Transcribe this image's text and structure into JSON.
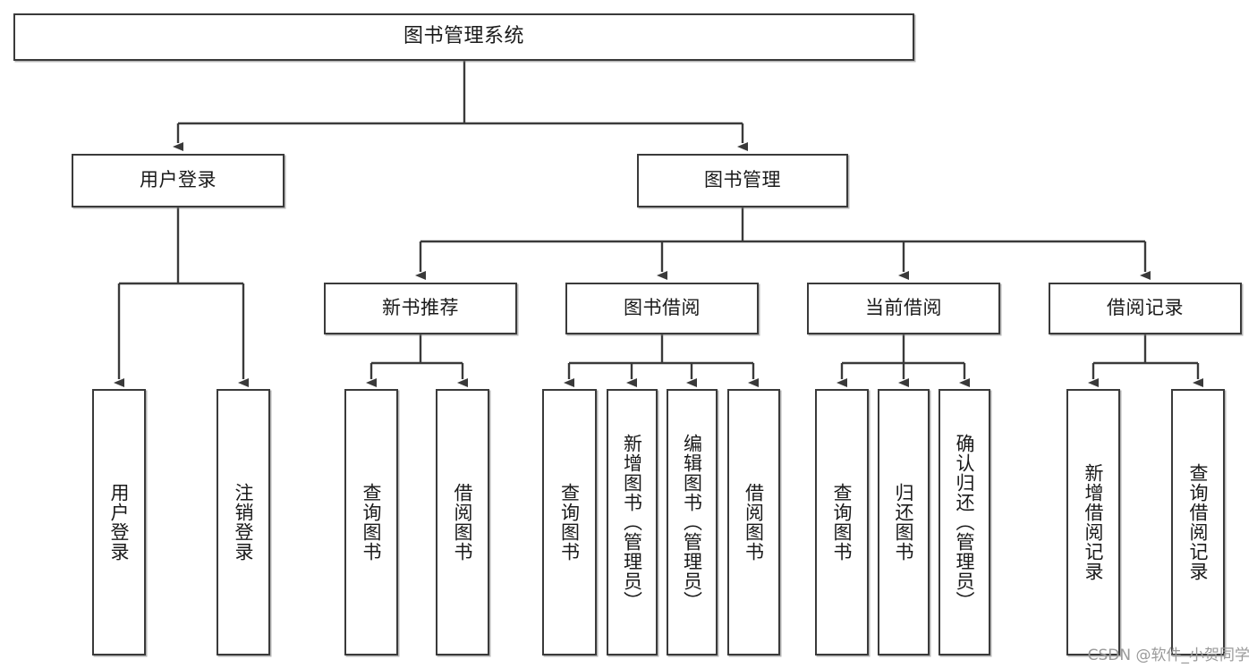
{
  "diagram": {
    "type": "tree",
    "title": "图书管理系统",
    "root": {
      "label": "图书管理系统"
    },
    "level2": [
      {
        "label": "用户登录"
      },
      {
        "label": "图书管理"
      }
    ],
    "level3": [
      {
        "label": "新书推荐"
      },
      {
        "label": "图书借阅"
      },
      {
        "label": "当前借阅"
      },
      {
        "label": "借阅记录"
      }
    ],
    "leaves": {
      "user_login": [
        {
          "label": "用户登录"
        },
        {
          "label": "注销登录"
        }
      ],
      "new_book_recommend": [
        {
          "label": "查询图书"
        },
        {
          "label": "借阅图书"
        }
      ],
      "book_borrow": [
        {
          "label": "查询图书"
        },
        {
          "label": "新增图书（管理员）"
        },
        {
          "label": "编辑图书（管理员）"
        },
        {
          "label": "借阅图书"
        }
      ],
      "current_borrow": [
        {
          "label": "查询图书"
        },
        {
          "label": "归还图书"
        },
        {
          "label": "确认归还（管理员）"
        }
      ],
      "borrow_record": [
        {
          "label": "新增借阅记录"
        },
        {
          "label": "查询借阅记录"
        }
      ]
    }
  },
  "watermark": {
    "text": "CSDN @软件_小贺同学"
  },
  "colors": {
    "border": "#3a3a3a",
    "background": "#ffffff",
    "text": "#1a1a1a",
    "watermark": "#9a9a9a"
  }
}
